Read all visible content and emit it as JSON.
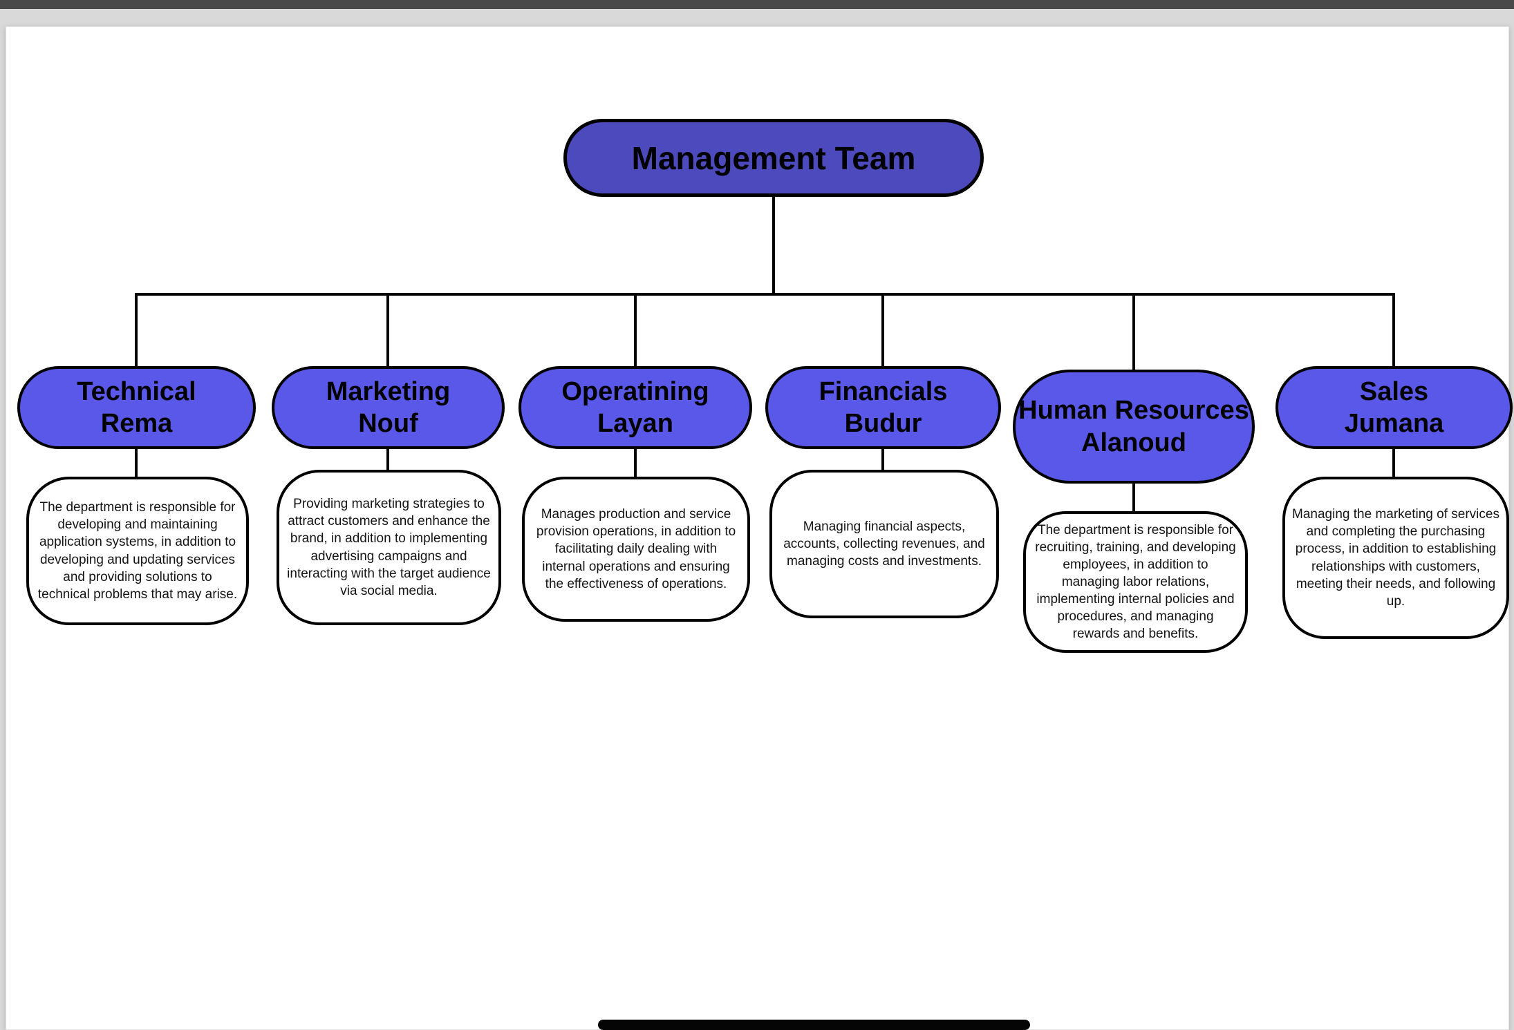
{
  "root": {
    "label": "Management Team"
  },
  "departments": [
    {
      "title": "Technical",
      "person": "Rema",
      "description": "The department is responsible for developing and maintaining application systems, in addition to developing and updating services and providing solutions to technical problems that may arise."
    },
    {
      "title": "Marketing",
      "person": "Nouf",
      "description": "Providing marketing strategies to attract customers and enhance the brand, in addition to implementing advertising campaigns and interacting with the target audience via social media."
    },
    {
      "title": "Operatining",
      "person": "Layan",
      "description": "Manages production and service provision operations, in addition to facilitating daily dealing with internal operations and ensuring the effectiveness of operations."
    },
    {
      "title": "Financials",
      "person": "Budur",
      "description": "Managing financial aspects, accounts, collecting revenues, and managing costs and investments."
    },
    {
      "title": "Human Resources",
      "person": "Alanoud",
      "description": "The department is responsible for recruiting, training, and developing employees, in addition to managing labor relations, implementing internal policies and procedures, and managing rewards and benefits."
    },
    {
      "title": "Sales",
      "person": "Jumana",
      "description": "Managing the marketing of services and completing the purchasing process, in addition to establishing relationships with customers, meeting their needs, and following up."
    }
  ],
  "colors": {
    "root_fill": "#4c4abc",
    "child_fill": "#5a58e8",
    "line": "#000000",
    "page": "#ffffff",
    "canvas": "#d9d9d9",
    "titlebar": "#4a4a4a",
    "homebar": "#050505"
  }
}
